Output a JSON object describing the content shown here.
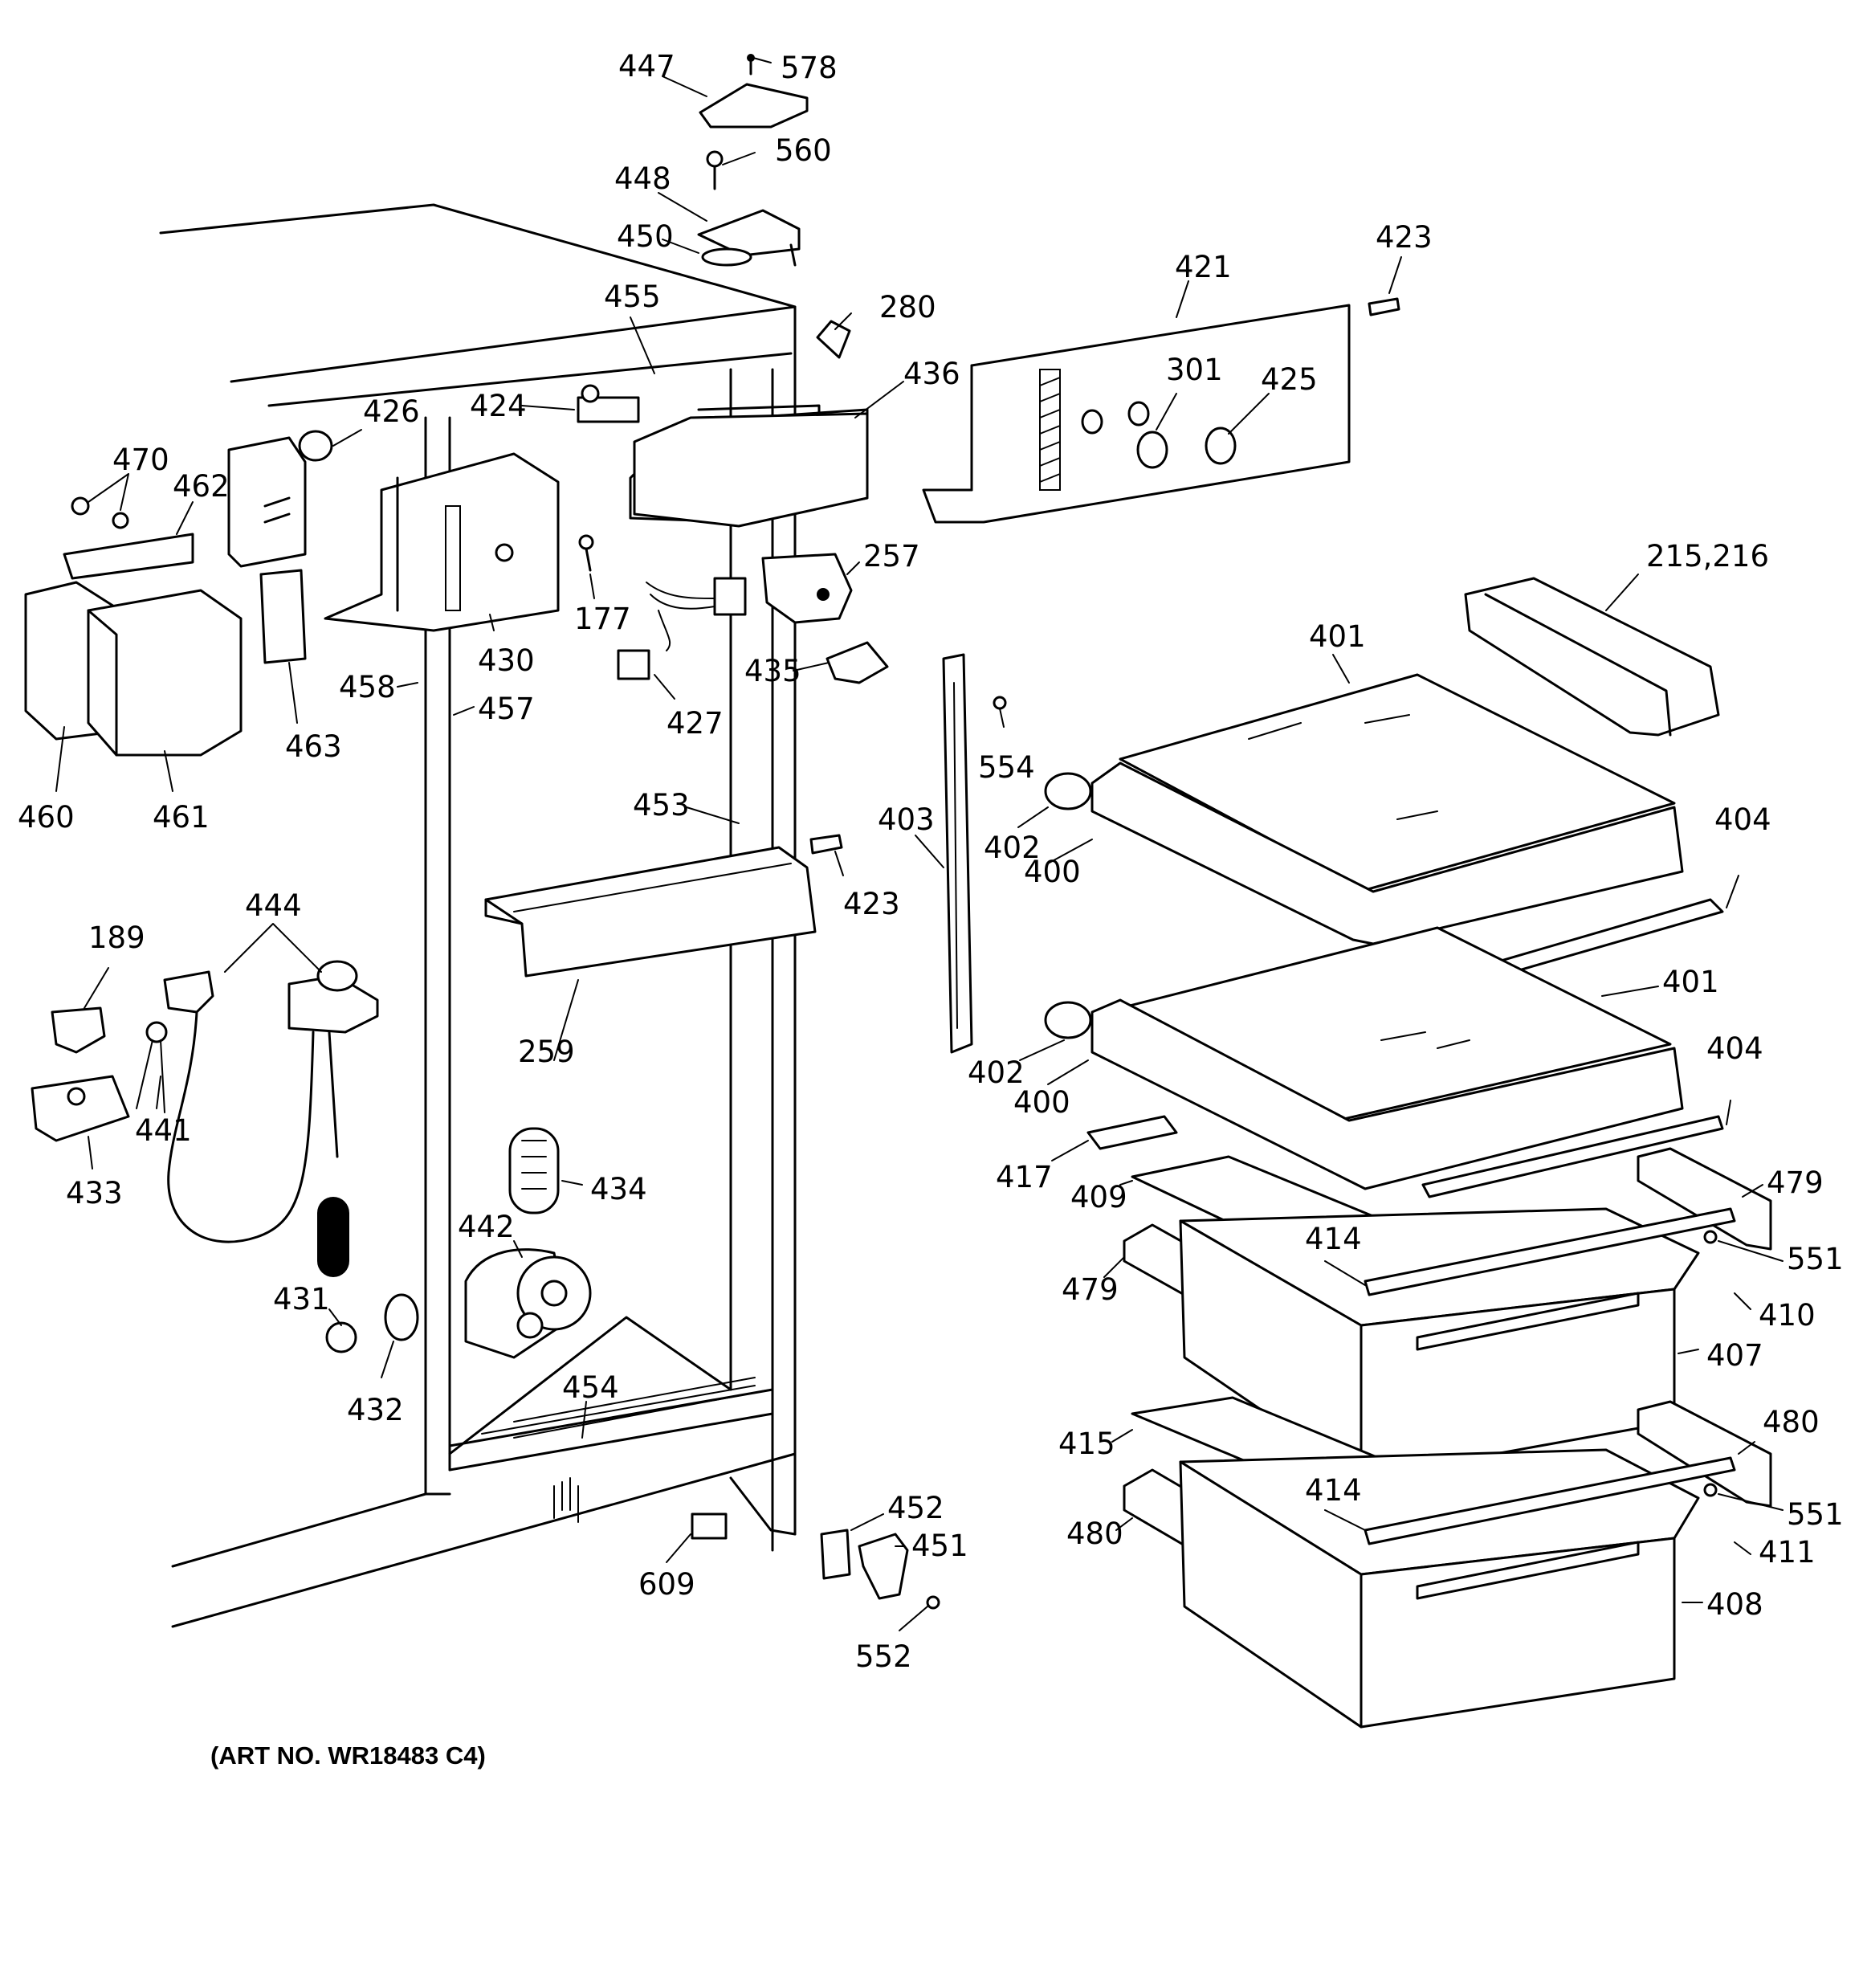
{
  "art_number": "(ART NO. WR18483 C4)",
  "callouts": [
    {
      "id": "c447",
      "text": "447"
    },
    {
      "id": "c578",
      "text": "578"
    },
    {
      "id": "c560",
      "text": "560"
    },
    {
      "id": "c448",
      "text": "448"
    },
    {
      "id": "c450",
      "text": "450"
    },
    {
      "id": "c455",
      "text": "455"
    },
    {
      "id": "c280",
      "text": "280"
    },
    {
      "id": "c436",
      "text": "436"
    },
    {
      "id": "c421",
      "text": "421"
    },
    {
      "id": "c423a",
      "text": "423"
    },
    {
      "id": "c301",
      "text": "301"
    },
    {
      "id": "c425",
      "text": "425"
    },
    {
      "id": "c424",
      "text": "424"
    },
    {
      "id": "c426",
      "text": "426"
    },
    {
      "id": "c470",
      "text": "470"
    },
    {
      "id": "c462",
      "text": "462"
    },
    {
      "id": "c177",
      "text": "177"
    },
    {
      "id": "c257",
      "text": "257"
    },
    {
      "id": "c215",
      "text": "215,216"
    },
    {
      "id": "c430",
      "text": "430"
    },
    {
      "id": "c458",
      "text": "458"
    },
    {
      "id": "c457",
      "text": "457"
    },
    {
      "id": "c463",
      "text": "463"
    },
    {
      "id": "c460",
      "text": "460"
    },
    {
      "id": "c461",
      "text": "461"
    },
    {
      "id": "c427",
      "text": "427"
    },
    {
      "id": "c435",
      "text": "435"
    },
    {
      "id": "c401a",
      "text": "401"
    },
    {
      "id": "c554",
      "text": "554"
    },
    {
      "id": "c453",
      "text": "453"
    },
    {
      "id": "c403",
      "text": "403"
    },
    {
      "id": "c402a",
      "text": "402"
    },
    {
      "id": "c400a",
      "text": "400"
    },
    {
      "id": "c404a",
      "text": "404"
    },
    {
      "id": "c423b",
      "text": "423"
    },
    {
      "id": "c444",
      "text": "444"
    },
    {
      "id": "c189",
      "text": "189"
    },
    {
      "id": "c259",
      "text": "259"
    },
    {
      "id": "c401b",
      "text": "401"
    },
    {
      "id": "c402b",
      "text": "402"
    },
    {
      "id": "c404b",
      "text": "404"
    },
    {
      "id": "c400b",
      "text": "400"
    },
    {
      "id": "c441",
      "text": "441"
    },
    {
      "id": "c433",
      "text": "433"
    },
    {
      "id": "c434",
      "text": "434"
    },
    {
      "id": "c417",
      "text": "417"
    },
    {
      "id": "c479a",
      "text": "479"
    },
    {
      "id": "c409",
      "text": "409"
    },
    {
      "id": "c442",
      "text": "442"
    },
    {
      "id": "c414a",
      "text": "414"
    },
    {
      "id": "c551a",
      "text": "551"
    },
    {
      "id": "c479b",
      "text": "479"
    },
    {
      "id": "c410",
      "text": "410"
    },
    {
      "id": "c431",
      "text": "431"
    },
    {
      "id": "c407",
      "text": "407"
    },
    {
      "id": "c432",
      "text": "432"
    },
    {
      "id": "c454",
      "text": "454"
    },
    {
      "id": "c480a",
      "text": "480"
    },
    {
      "id": "c415",
      "text": "415"
    },
    {
      "id": "c452",
      "text": "452"
    },
    {
      "id": "c414b",
      "text": "414"
    },
    {
      "id": "c551b",
      "text": "551"
    },
    {
      "id": "c451",
      "text": "451"
    },
    {
      "id": "c480b",
      "text": "480"
    },
    {
      "id": "c411",
      "text": "411"
    },
    {
      "id": "c609",
      "text": "609"
    },
    {
      "id": "c408",
      "text": "408"
    },
    {
      "id": "c552",
      "text": "552"
    }
  ]
}
